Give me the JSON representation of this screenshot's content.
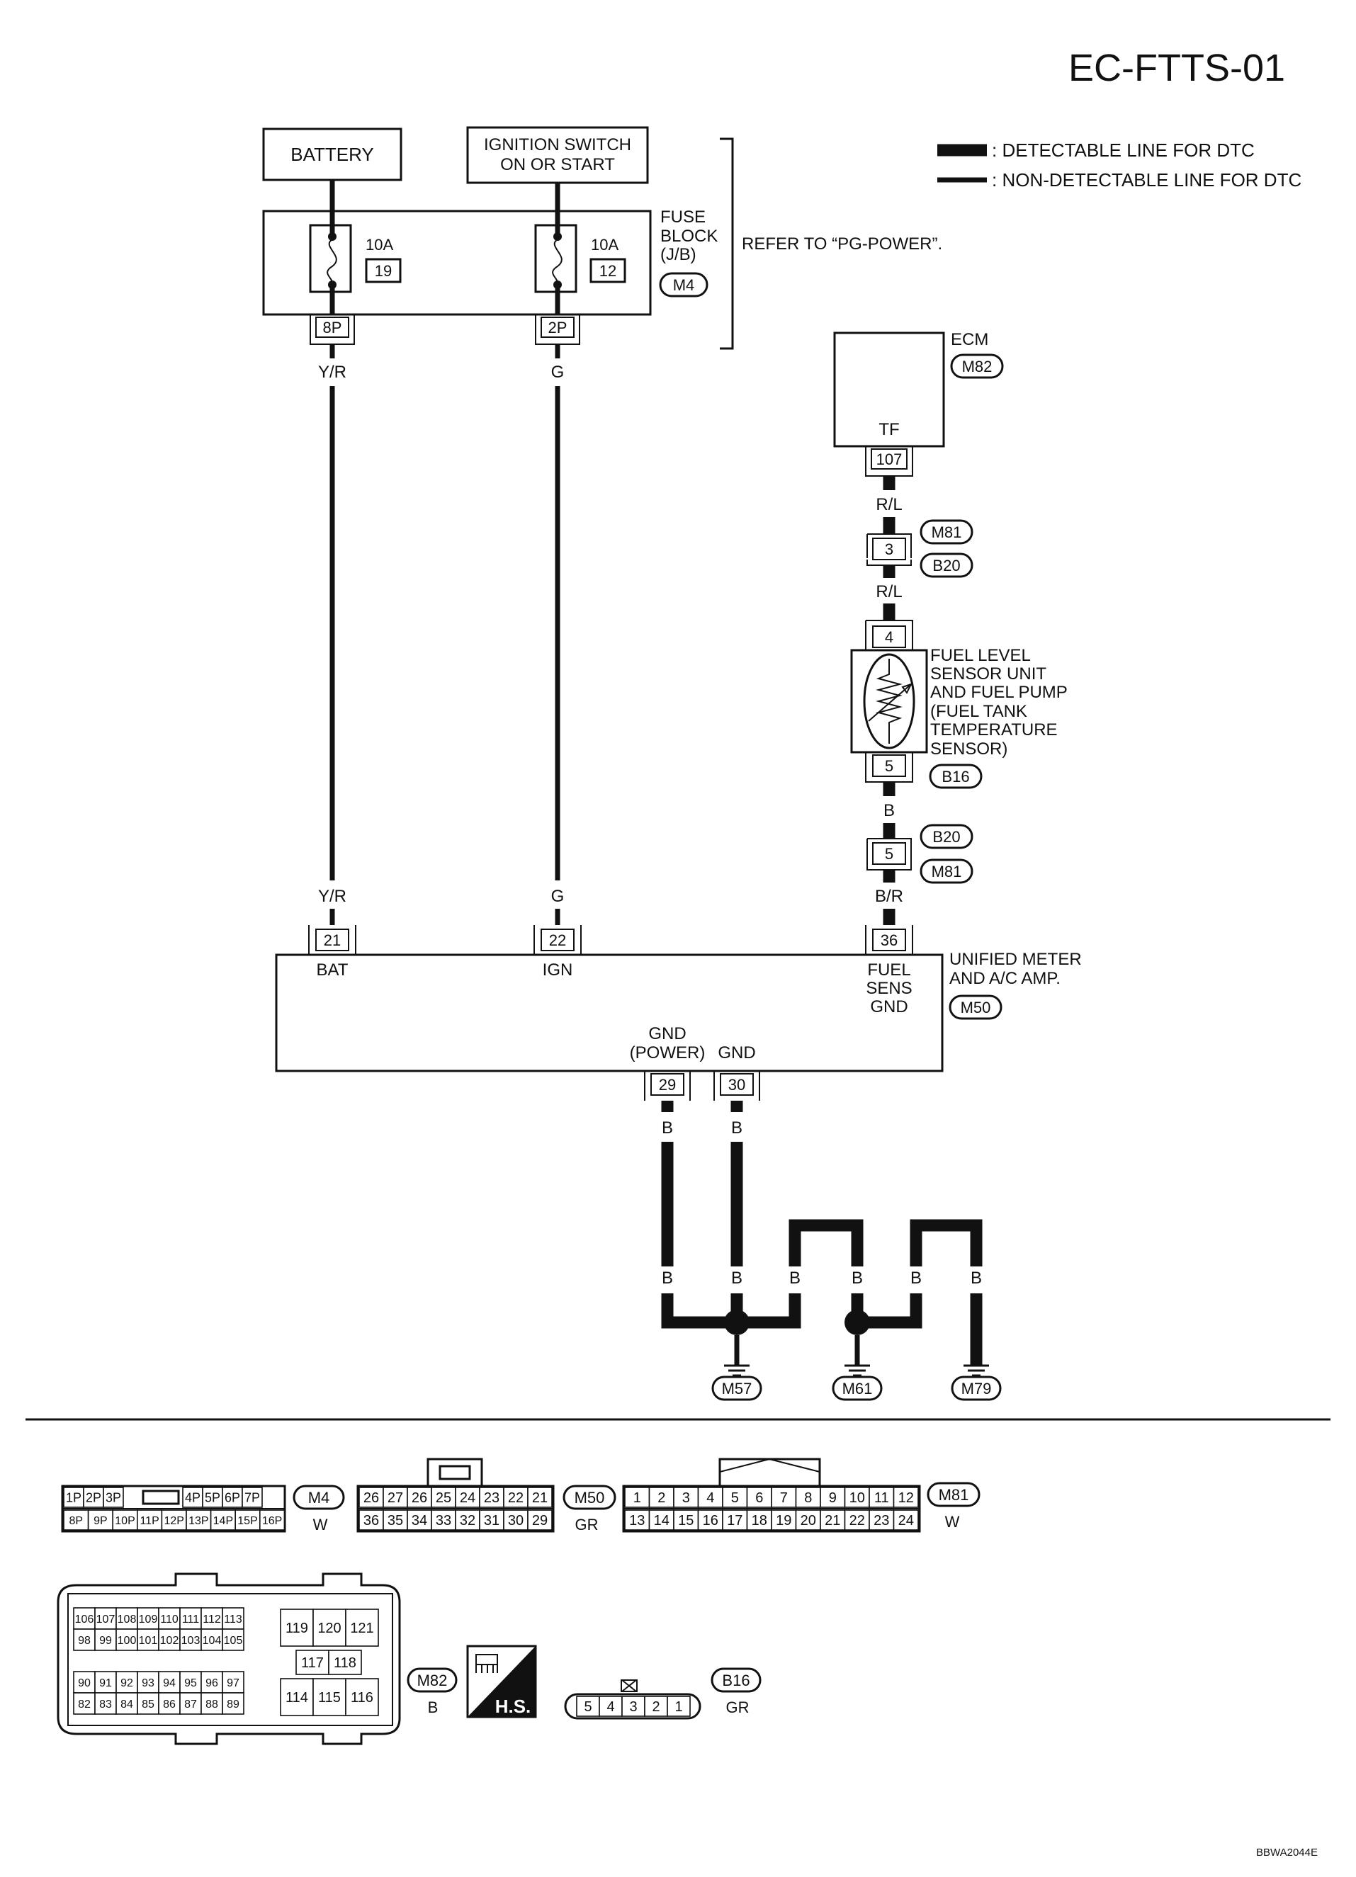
{
  "diagram_code": "EC-FTTS-01",
  "figure_id": "BBWA2044E",
  "legend": {
    "detectable": ": DETECTABLE LINE FOR DTC",
    "non_detectable": ": NON-DETECTABLE LINE FOR DTC"
  },
  "power": {
    "battery": "BATTERY",
    "ign_line1": "IGNITION SWITCH",
    "ign_line2": "ON OR START",
    "fuse_block_1": "FUSE",
    "fuse_block_2": "BLOCK",
    "fuse_block_3": "(J/B)",
    "fuse_block_conn": "M4",
    "refer": "REFER TO “PG-POWER”.",
    "fuse1_rating": "10A",
    "fuse1_no": "19",
    "fuse2_rating": "10A",
    "fuse2_no": "12",
    "pin_8p": "8P",
    "pin_2p": "2P"
  },
  "wires": {
    "yr_top": "Y/R",
    "g_top": "G",
    "yr_bottom": "Y/R",
    "g_bottom": "G",
    "rl_1": "R/L",
    "rl_2": "R/L",
    "b_sensor": "B",
    "br": "B/R",
    "b_29": "B",
    "b_30": "B",
    "b_low_1": "B",
    "b_low_2": "B",
    "b_low_3": "B",
    "b_low_4": "B",
    "b_low_5": "B",
    "b_low_6": "B"
  },
  "ecm": {
    "label": "ECM",
    "conn": "M82",
    "terminal": "TF",
    "pin": "107"
  },
  "joint_1": {
    "pin": "3",
    "conn_top": "M81",
    "conn_bottom": "B20"
  },
  "joint_2": {
    "pin": "5",
    "conn_top": "B20",
    "conn_bottom": "M81"
  },
  "sensor": {
    "pin_top": "4",
    "pin_bottom": "5",
    "conn": "B16",
    "lines": [
      "FUEL  LEVEL",
      "SENSOR UNIT",
      "AND FUEL PUMP",
      "(FUEL TANK",
      "TEMPERATURE",
      "SENSOR)"
    ]
  },
  "meter": {
    "lines": [
      "UNIFIED METER",
      "AND A/C AMP."
    ],
    "conn": "M50",
    "pin_21": "21",
    "pin_22": "22",
    "pin_36": "36",
    "pin_29": "29",
    "pin_30": "30",
    "bat": "BAT",
    "ign": "IGN",
    "fuel_1": "FUEL",
    "fuel_2": "SENS",
    "fuel_3": "GND",
    "gnd_power_1": "GND",
    "gnd_power_2": "(POWER)",
    "gnd": "GND"
  },
  "grounds": [
    "M57",
    "M61",
    "M79"
  ],
  "connectors": {
    "m4": {
      "name": "M4",
      "color": "W",
      "row1": [
        "1P",
        "2P",
        "3P",
        "4P",
        "5P",
        "6P",
        "7P"
      ],
      "row2": [
        "8P",
        "9P",
        "10P",
        "11P",
        "12P",
        "13P",
        "14P",
        "15P",
        "16P"
      ]
    },
    "m50": {
      "name": "M50",
      "color": "GR",
      "row1": [
        "26",
        "27",
        "26",
        "25",
        "24",
        "23",
        "22",
        "21"
      ],
      "row2": [
        "36",
        "35",
        "34",
        "33",
        "32",
        "31",
        "30",
        "29"
      ]
    },
    "m81": {
      "name": "M81",
      "color": "W",
      "row1": [
        "1",
        "2",
        "3",
        "4",
        "5",
        "6",
        "7",
        "8",
        "9",
        "10",
        "11",
        "12"
      ],
      "row2": [
        "13",
        "14",
        "15",
        "16",
        "17",
        "18",
        "19",
        "20",
        "21",
        "22",
        "23",
        "24"
      ]
    },
    "m82": {
      "name": "M82",
      "color": "B",
      "rowA": [
        "106",
        "107",
        "108",
        "109",
        "110",
        "111",
        "112",
        "113"
      ],
      "rowB": [
        "98",
        "99",
        "100",
        "101",
        "102",
        "103",
        "104",
        "105"
      ],
      "rowC": [
        "90",
        "91",
        "92",
        "93",
        "94",
        "95",
        "96",
        "97"
      ],
      "rowD": [
        "82",
        "83",
        "84",
        "85",
        "86",
        "87",
        "88",
        "89"
      ],
      "right_top": [
        "119",
        "120",
        "121"
      ],
      "right_mid": [
        "117",
        "118"
      ],
      "right_bot": [
        "114",
        "115",
        "116"
      ]
    },
    "hs": "H.S.",
    "b16": {
      "name": "B16",
      "color": "GR",
      "pins": [
        "5",
        "4",
        "3",
        "2",
        "1"
      ]
    }
  }
}
